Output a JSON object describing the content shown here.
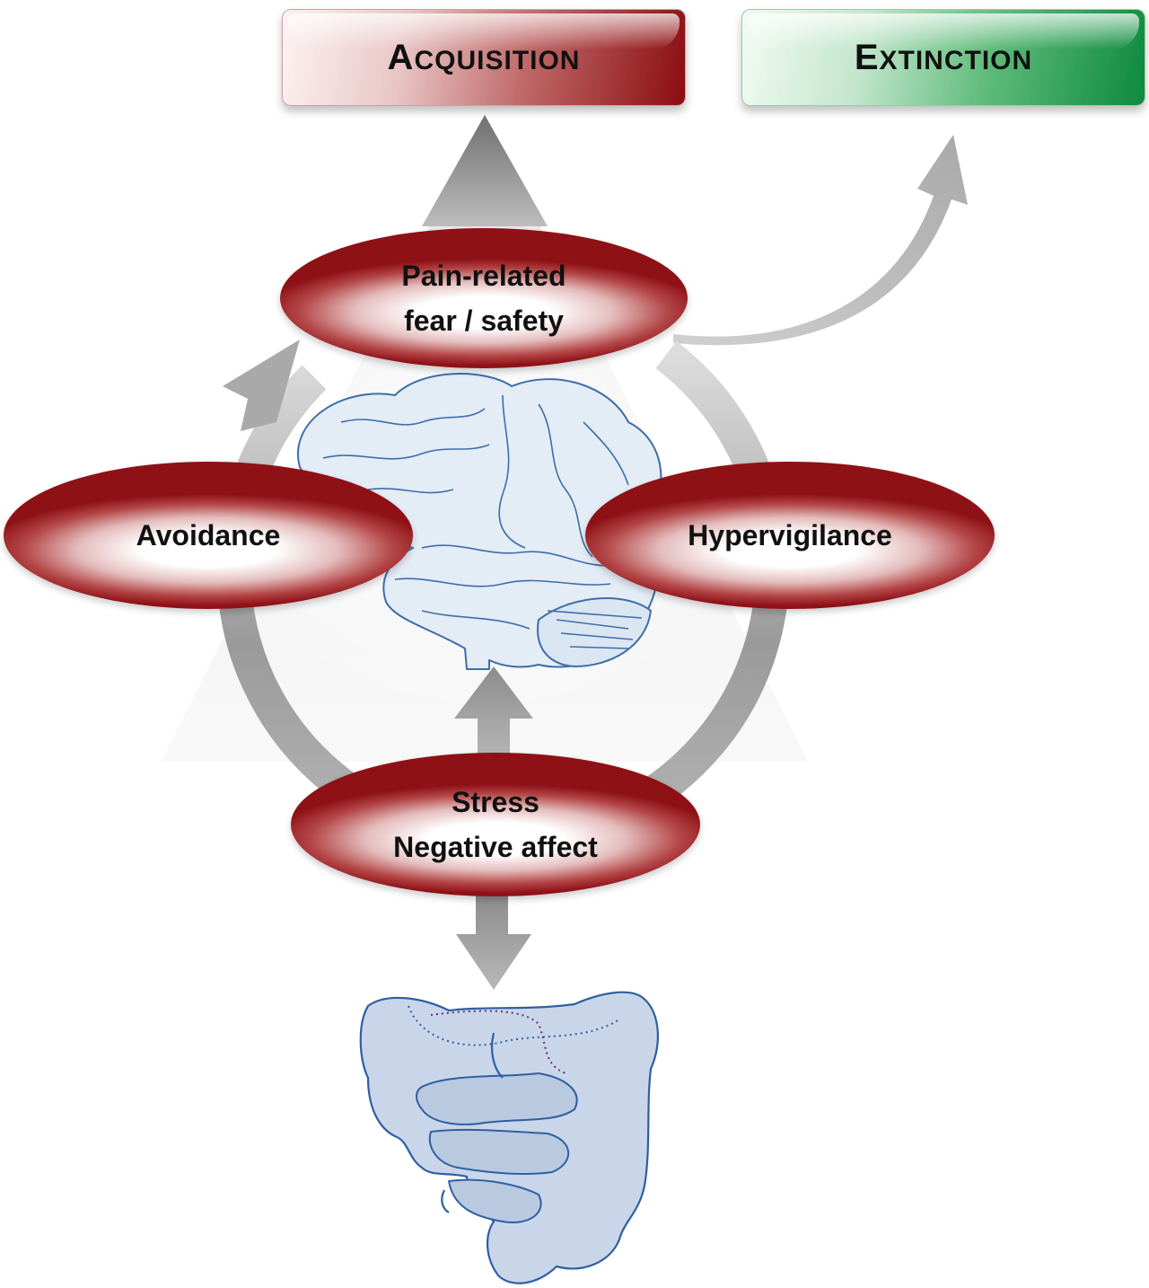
{
  "boxes": {
    "acquisition": {
      "first": "A",
      "rest": "CQUISITION",
      "color": "#8b0d10"
    },
    "extinction": {
      "first": "E",
      "rest": "XTINCTION",
      "color": "#0d8a3e"
    }
  },
  "nodes": {
    "pain": {
      "line1": "Pain-related",
      "line2": "fear / safety"
    },
    "avoidance": {
      "line1": "Avoidance"
    },
    "hypervigilance": {
      "line1": "Hypervigilance"
    },
    "stress": {
      "line1": "Stress",
      "line2": "Negative affect"
    }
  },
  "icons": {
    "brain": "brain-icon",
    "gut": "intestine-icon"
  },
  "colors": {
    "ellipse_dark": "#8e1116",
    "arrow_gray": "#8a8a8a",
    "organ_outline": "#2f5fa0",
    "organ_fill": "#c9d6ea"
  }
}
